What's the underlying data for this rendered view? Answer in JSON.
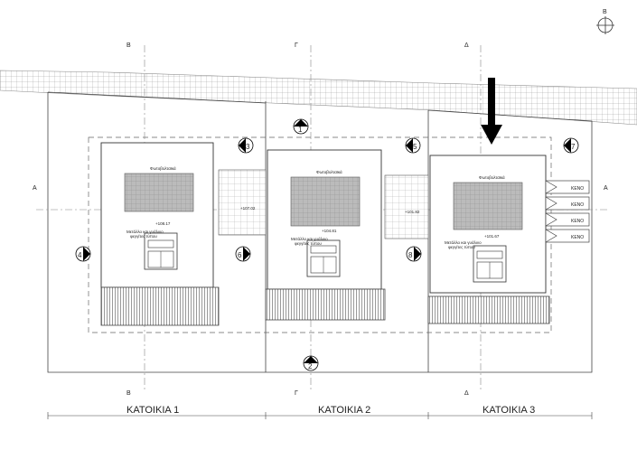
{
  "north_label": "B",
  "section_markers": {
    "top": [
      "B",
      "Γ",
      "Δ"
    ],
    "bottom": [
      "B",
      "Γ",
      "Δ"
    ],
    "side": [
      "A",
      "A"
    ]
  },
  "view_markers": [
    "1",
    "2",
    "3",
    "4",
    "5",
    "6",
    "7",
    "8"
  ],
  "houses": [
    {
      "name": "ΚΑΤΟΙΚΙΑ 1",
      "panel_label": "Φωτοβολταϊκά",
      "level": "+108.17",
      "note_line1": "Μετάλλο και γυάλινο",
      "note_line2": "φεγγίτες τύπου"
    },
    {
      "name": "ΚΑΤΟΙΚΙΑ 2",
      "panel_label": "Φωτοβολταϊκά",
      "level": "+104.81",
      "note_line1": "Μετάλλο και γυάλινο",
      "note_line2": "φεγγίτες τύπου"
    },
    {
      "name": "ΚΑΤΟΙΚΙΑ 3",
      "panel_label": "Φωτοβολταϊκά",
      "level": "+101.67",
      "note_line1": "Μετάλλο και γυάλινο",
      "note_line2": "φεγγίτες τύπου"
    }
  ],
  "courtyard_levels": [
    "+107.02",
    "+101.82"
  ],
  "storage_labels": [
    "ΚΕΝΟ",
    "ΚΕΝΟ",
    "ΚΕΝΟ",
    "ΚΕΝΟ"
  ]
}
